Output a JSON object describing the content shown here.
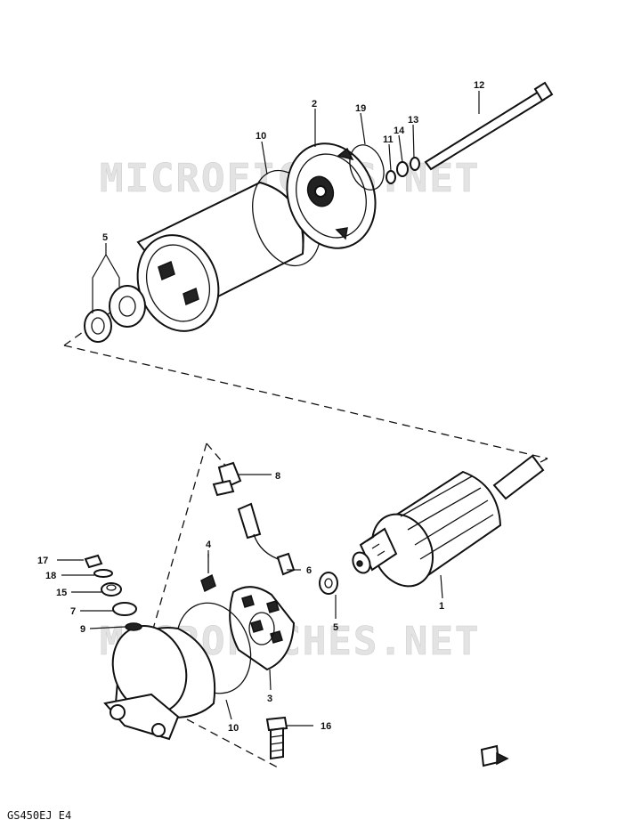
{
  "watermark": "MICROFICHES.NET",
  "model_code": "GS450EJ E4",
  "callouts": {
    "p1": "1",
    "p2": "2",
    "p3": "3",
    "p4": "4",
    "p5a": "5",
    "p5b": "5",
    "p6": "6",
    "p7": "7",
    "p8": "8",
    "p9": "9",
    "p10a": "10",
    "p10b": "10",
    "p11": "11",
    "p12": "12",
    "p13": "13",
    "p14": "14",
    "p15": "15",
    "p16": "16",
    "p17": "17",
    "p18": "18",
    "p19": "19"
  },
  "colors": {
    "ink": "#111111",
    "paper": "#ffffff",
    "watermark": "#e3e3e3"
  }
}
